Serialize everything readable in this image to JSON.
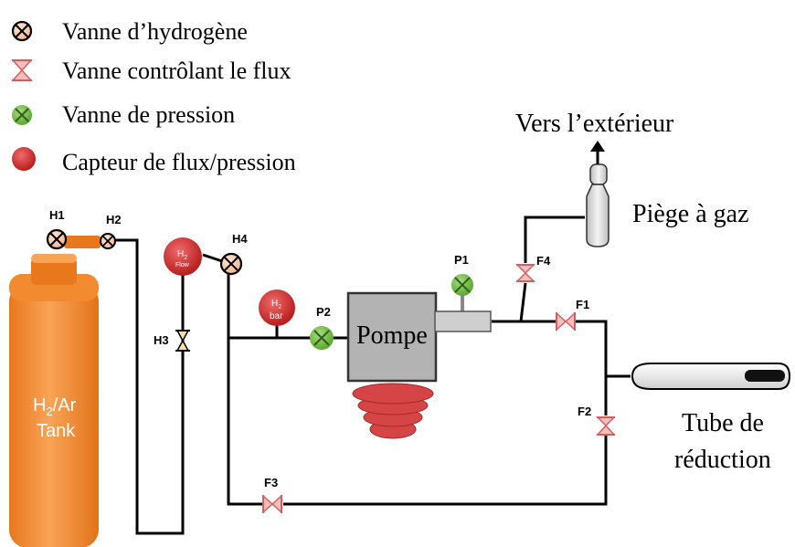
{
  "legend": {
    "hydrogen_valve": "Vanne d’hydrogène",
    "flow_valve": "Vanne contrôlant le flux",
    "pressure_valve": "Vanne de pression",
    "sensor": "Capteur de flux/pression"
  },
  "labels": {
    "outside": "Vers l’extérieur",
    "gas_trap": "Piège à gaz",
    "pump": "Pompe",
    "reduction_tube_line1": "Tube de",
    "reduction_tube_line2": "réduction"
  },
  "tank": {
    "formula": "H",
    "sub": "2",
    "rest": "/Ar",
    "line2": "Tank"
  },
  "sensors": {
    "flow": {
      "main": "H",
      "sub": "2",
      "line2": "Flow"
    },
    "bar": {
      "main": "H",
      "sub": "2",
      "line2": "bar"
    }
  },
  "valve_tags": {
    "h1": "H1",
    "h2": "H2",
    "h3": "H3",
    "h4": "H4",
    "p1": "P1",
    "p2": "P2",
    "f1": "F1",
    "f2": "F2",
    "f3": "F3",
    "f4": "F4"
  },
  "colors": {
    "tank": "#f28a30",
    "hydrogen_valve": "#fbd3b8",
    "flow_valve": "#f7bcbc",
    "pressure_valve": "#7ac74a",
    "sensor": "#d12b2b",
    "pump": "#b3b3b3",
    "pump_base": "#d64545"
  },
  "icons": {
    "hydrogen_valve": "circle-x-icon",
    "flow_valve": "bowtie-valve-icon",
    "pressure_valve": "green-circle-x-icon",
    "sensor": "red-sphere-icon"
  }
}
